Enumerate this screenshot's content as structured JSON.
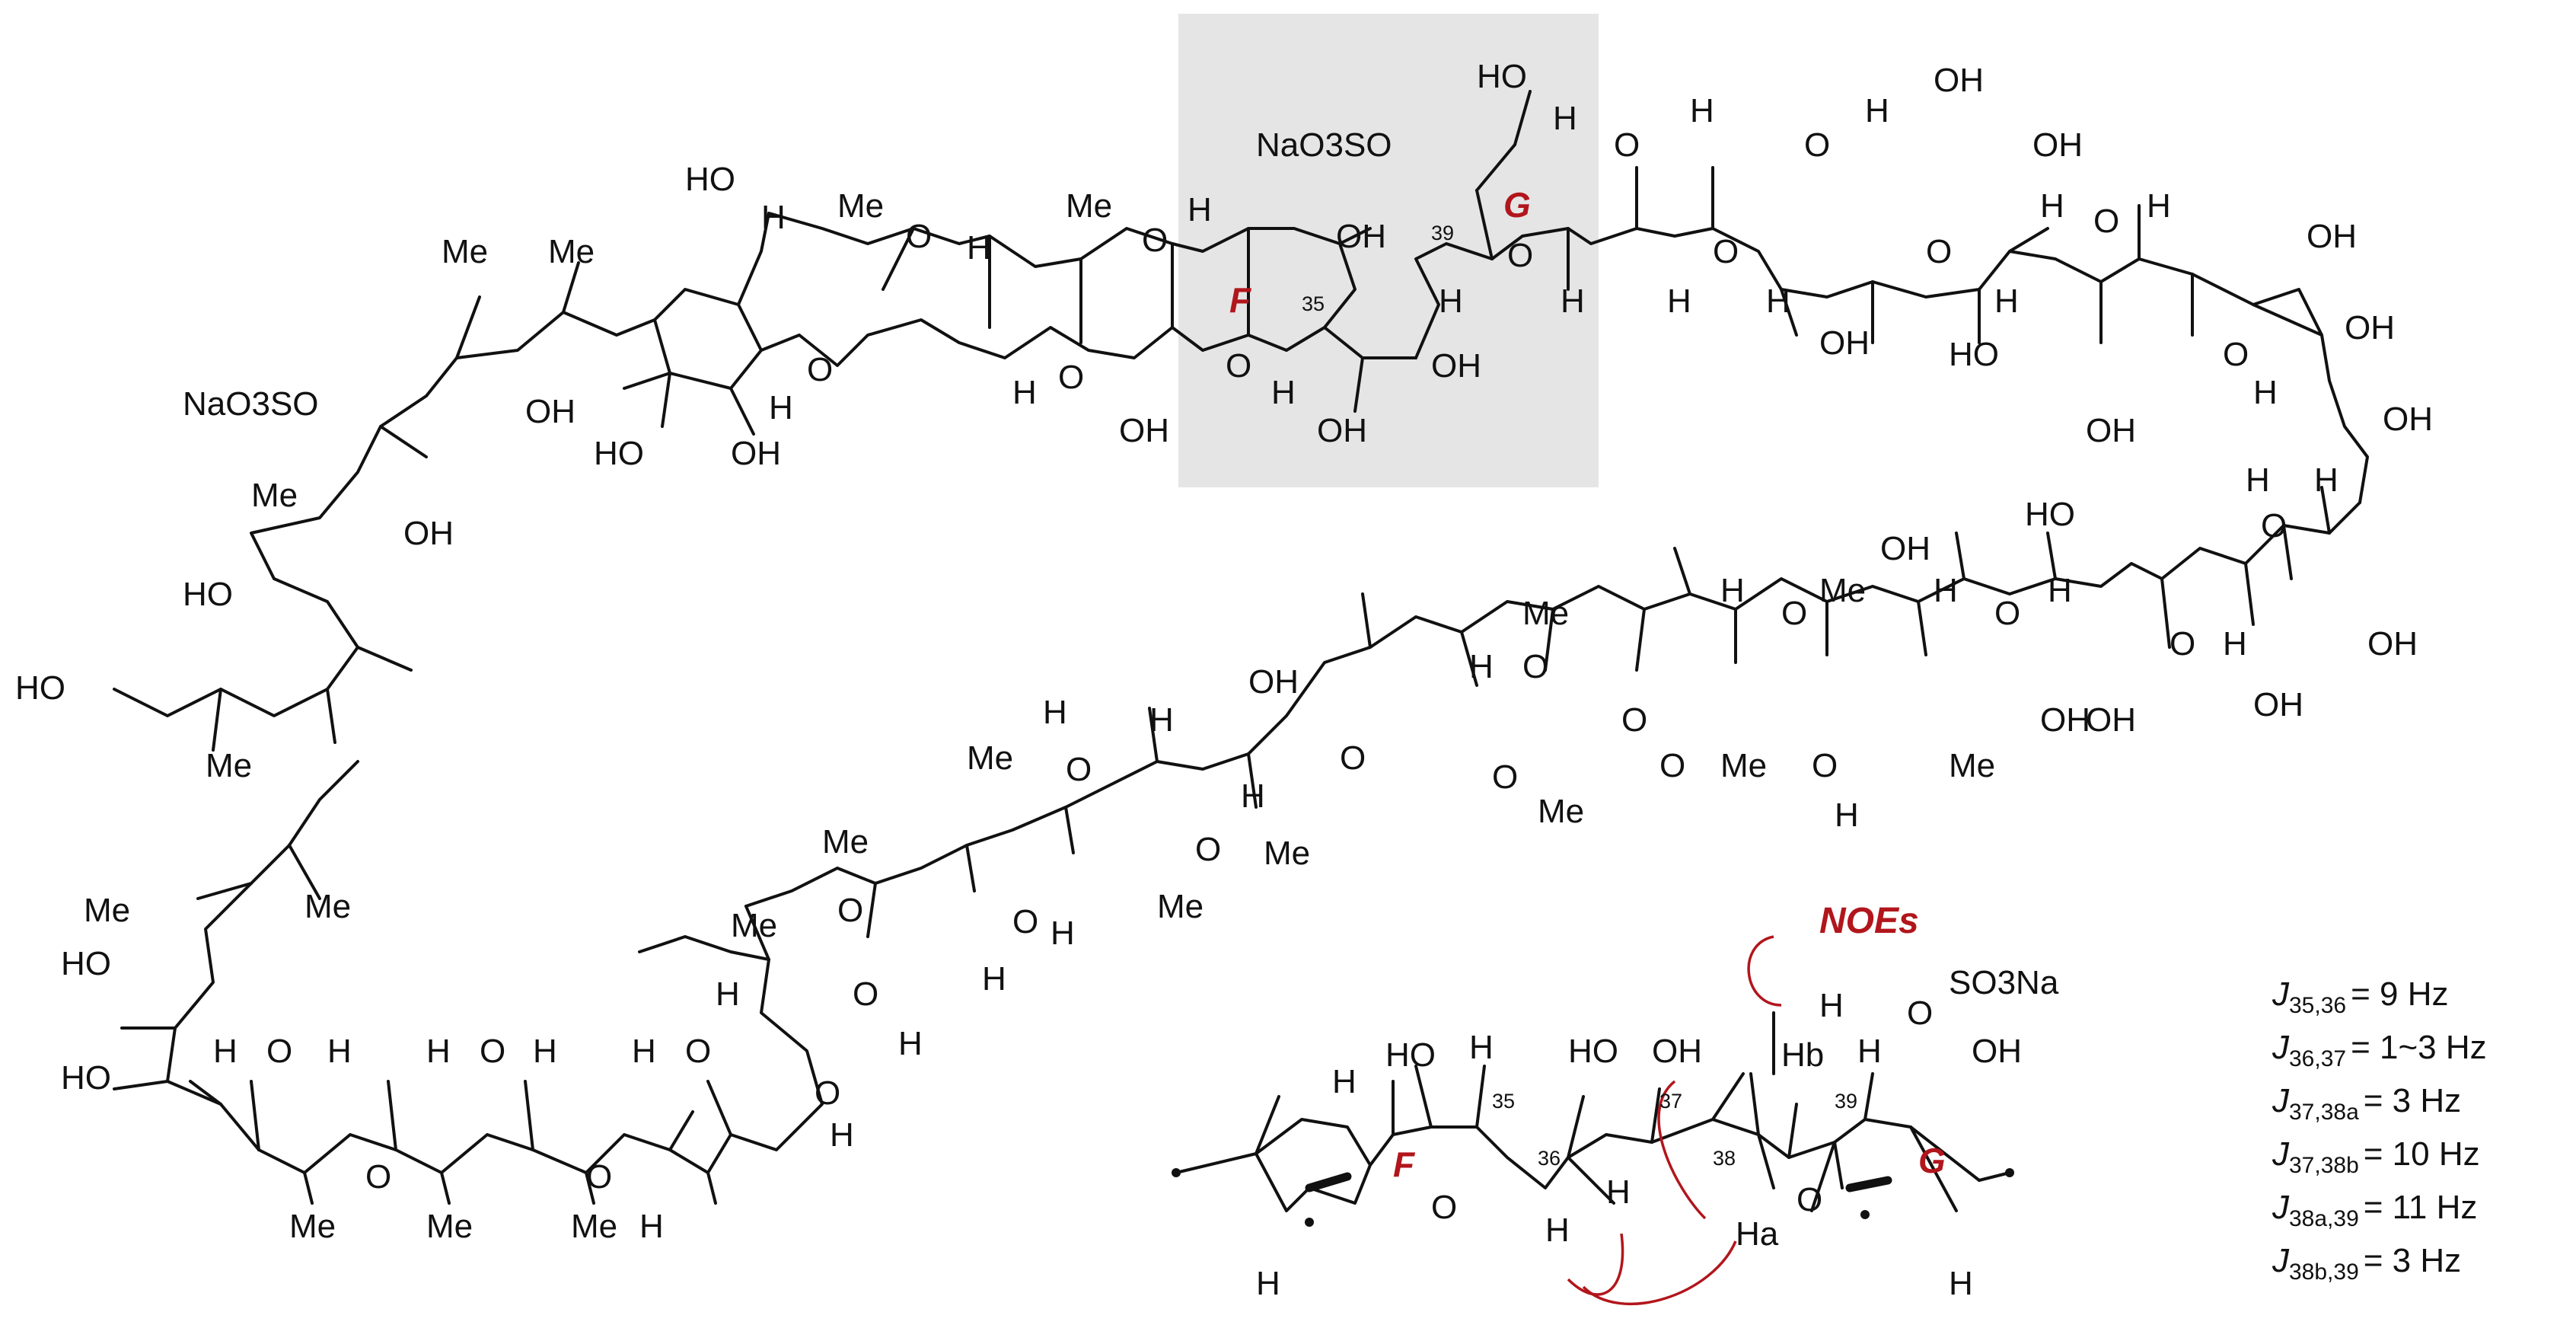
{
  "labels": {
    "naso3so_top_left": "NaO3SO",
    "naso3so_top_mid": "NaO3SO",
    "ring_F": "F",
    "ring_G": "G",
    "ring_F_small": "F",
    "ring_G_small": "G",
    "c35": "35",
    "c39": "39",
    "c35_small": "35",
    "c36_small": "36",
    "c37_small": "37",
    "c38_small": "38",
    "c39_small": "39",
    "noes": "NOEs",
    "so3na": "SO3Na",
    "h_b": "Hb",
    "h_a": "Ha",
    "oh": "OH",
    "ho": "HO",
    "me": "Me",
    "h": "H",
    "o": "O"
  },
  "couplings": [
    {
      "j": "J",
      "sub": "35,36",
      "value": "= 9 Hz"
    },
    {
      "j": "J",
      "sub": "36,37",
      "value": "= 1~3 Hz"
    },
    {
      "j": "J",
      "sub": "37,38a",
      "value": "= 3 Hz"
    },
    {
      "j": "J",
      "sub": "37,38b",
      "value": "= 10 Hz"
    },
    {
      "j": "J",
      "sub": "38a,39",
      "value": "= 11 Hz"
    },
    {
      "j": "J",
      "sub": "38b,39",
      "value": "= 3 Hz"
    }
  ],
  "colors": {
    "highlight_box": "#e5e5e5",
    "accent_red": "#b1161c",
    "ink": "#111111"
  }
}
